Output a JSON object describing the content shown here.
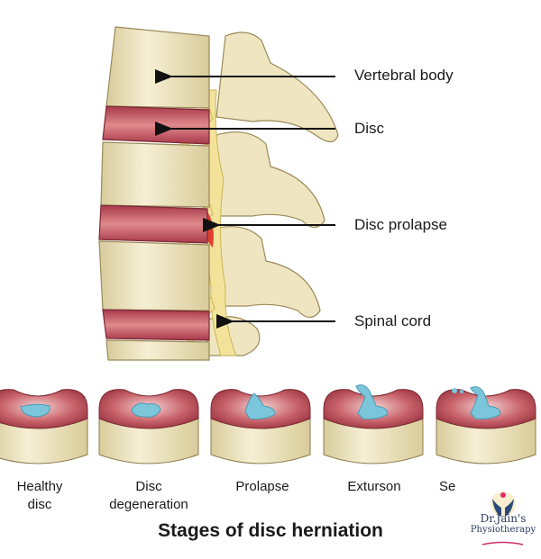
{
  "labels": {
    "vertebral_body": "Vertebral body",
    "disc": "Disc",
    "disc_prolapse": "Disc prolapse",
    "spinal_cord": "Spinal cord"
  },
  "stages": [
    {
      "line1": "Healthy",
      "line2": "disc"
    },
    {
      "line1": "Disc",
      "line2": "degeneration"
    },
    {
      "line1": "Prolapse",
      "line2": ""
    },
    {
      "line1": "Exturson",
      "line2": ""
    },
    {
      "line1": "Se",
      "line2": ""
    }
  ],
  "title": "Stages of disc herniation",
  "logo": {
    "line1": "Dr.Jain's",
    "line2": "Physiotherapy"
  },
  "colors": {
    "bone": "#efe6c4",
    "disc": "#c0505a",
    "nucleus": "#7cc6dc",
    "cord": "#f2e49a"
  }
}
